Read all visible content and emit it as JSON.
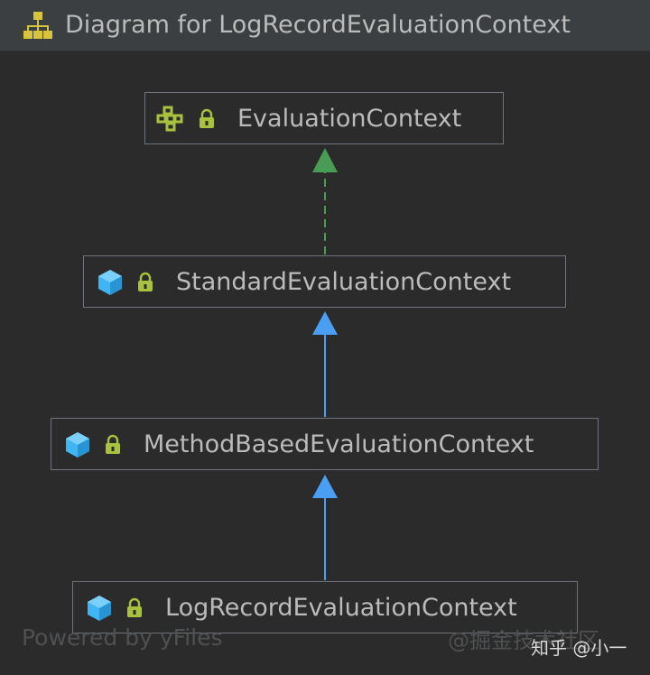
{
  "window": {
    "title": "Diagram for LogRecordEvaluationContext",
    "title_icon": "hierarchy-diagram-icon"
  },
  "diagram": {
    "nodes": [
      {
        "id": "evaluation-context",
        "label": "EvaluationContext",
        "kind": "interface",
        "kind_icon": "interface-icon",
        "access_icon": "lock-icon"
      },
      {
        "id": "standard-evaluation-context",
        "label": "StandardEvaluationContext",
        "kind": "class",
        "kind_icon": "class-icon",
        "access_icon": "lock-icon"
      },
      {
        "id": "method-based-evaluation-context",
        "label": "MethodBasedEvaluationContext",
        "kind": "class",
        "kind_icon": "class-icon",
        "access_icon": "lock-icon"
      },
      {
        "id": "log-record-evaluation-context",
        "label": "LogRecordEvaluationContext",
        "kind": "class",
        "kind_icon": "class-icon",
        "access_icon": "lock-icon"
      }
    ],
    "edges": [
      {
        "from": "standard-evaluation-context",
        "to": "evaluation-context",
        "type": "implements",
        "style": "dashed",
        "color": "#499c54"
      },
      {
        "from": "method-based-evaluation-context",
        "to": "standard-evaluation-context",
        "type": "extends",
        "style": "solid",
        "color": "#4a9ff5"
      },
      {
        "from": "log-record-evaluation-context",
        "to": "method-based-evaluation-context",
        "type": "extends",
        "style": "solid",
        "color": "#4a9ff5"
      }
    ]
  },
  "footer": {
    "powered_by": "Powered by yFiles",
    "watermark_faint": "@掘金技术社区",
    "watermark": "知乎 @小一"
  },
  "colors": {
    "background": "#2b2b2b",
    "title_bar": "#3c3f41",
    "text": "#bbbbbb",
    "node_border": "#6f737a",
    "class_icon": "#3fb5f5",
    "interface_icon": "#a8c23f",
    "lock": "#a8c23f",
    "implements_edge": "#499c54",
    "extends_edge": "#4a9ff5"
  }
}
